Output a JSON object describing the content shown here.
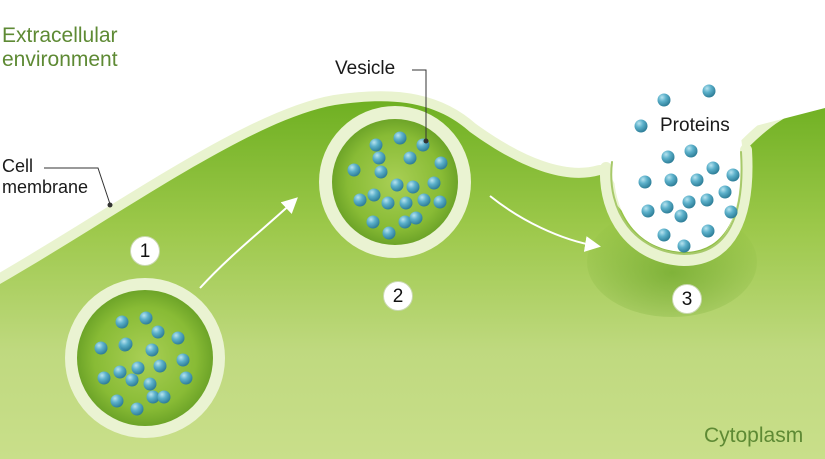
{
  "labels": {
    "extracellular": "Extracellular environment",
    "cell_membrane": "Cell membrane",
    "vesicle": "Vesicle",
    "proteins": "Proteins",
    "cytoplasm": "Cytoplasm"
  },
  "steps": [
    "1",
    "2",
    "3"
  ],
  "colors": {
    "membrane": "#e9f3cf",
    "cytoplasm_light": "#c9df8a",
    "cytoplasm_dark": "#6fb022",
    "protein": "#4fa7c2",
    "label_green": "#5e8a34"
  }
}
